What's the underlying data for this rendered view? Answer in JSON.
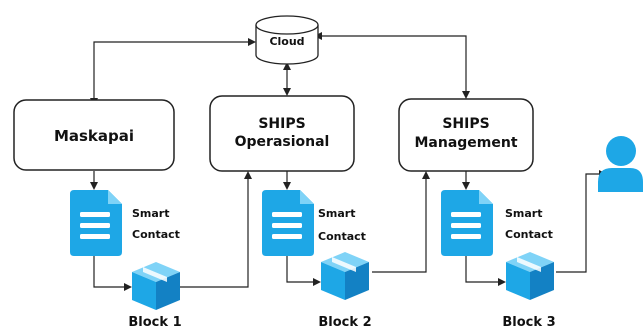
{
  "cloud": {
    "label": "Cloud"
  },
  "nodes": {
    "maskapai": {
      "label": "Maskapai"
    },
    "ships_operasional": {
      "line1": "SHIPS",
      "line2": "Operasional"
    },
    "ships_management": {
      "line1": "SHIPS",
      "line2": "Management"
    }
  },
  "contracts": [
    {
      "line1": "Smart",
      "line2": "Contact"
    },
    {
      "line1": "Smart",
      "line2": "Contact"
    },
    {
      "line1": "Smart",
      "line2": "Contact"
    }
  ],
  "blocks": [
    {
      "label": "Block 1"
    },
    {
      "label": "Block 2"
    },
    {
      "label": "Block 3"
    }
  ],
  "colors": {
    "accent": "#1ea7e6",
    "accent_light": "#7fd3f7",
    "accent_dark": "#1381c4",
    "stroke": "#222222"
  },
  "icons": {
    "document": "document-icon",
    "block": "cube-icon",
    "user": "user-icon",
    "cloud": "cylinder-icon"
  }
}
